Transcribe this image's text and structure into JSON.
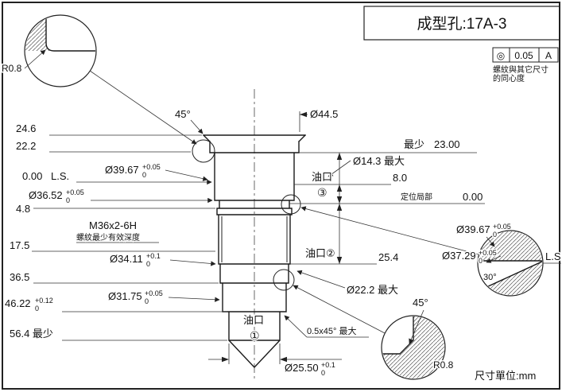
{
  "title": "成型孔:17A-3",
  "unit_note": "尺寸單位:mm",
  "tolerance_frame": {
    "symbol": "◎",
    "value": "0.05",
    "datum": "A",
    "note_line1": "螺紋與其它尺寸",
    "note_line2": "的同心度"
  },
  "colors": {
    "line": "#1a1a1a",
    "dim_line": "#333333",
    "background": "#ffffff"
  },
  "labels": {
    "d24_6": "24.6",
    "d22_2": "22.2",
    "d0_00_left": "0.00",
    "ls_left": "L.S.",
    "dia39_67_left": {
      "base": "Ø39.67",
      "sup": "+0.05",
      "sub": "0"
    },
    "dia36_52": {
      "base": "Ø36.52",
      "sup": "+0.05",
      "sub": "0"
    },
    "d4_8": "4.8",
    "thread_spec": "M36x2-6H",
    "thread_note": "螺紋最少有效深度",
    "d17_5": "17.5",
    "dia34_11": {
      "base": "Ø34.11",
      "sup": "+0.1",
      "sub": "0"
    },
    "d36_5": "36.5",
    "dia31_75": {
      "base": "Ø31.75",
      "sup": "+0.05",
      "sub": "0"
    },
    "d46_22": {
      "base": "46.22",
      "sup": "+0.12",
      "sub": "0"
    },
    "d56_4_min": "56.4 最少",
    "deg45_top": "45°",
    "dia44_5": "Ø44.5",
    "min_label": "最少",
    "d23_00": "23.00",
    "dia14_3_max": "Ø14.3 最大",
    "oil_port": "油口",
    "port1_num": "①",
    "port2_label": "油口②",
    "port3_num": "③",
    "d8_0": "8.0",
    "locating_label": "定位局部",
    "d0_00_right": "0.00",
    "d25_4": "25.4",
    "dia22_2_max": "Ø22.2 最大",
    "deg45_bottom": "45°",
    "chamfer_max": "0.5x45° 最大",
    "dia25_50": {
      "base": "Ø25.50",
      "sup": "+0.1",
      "sub": "0"
    },
    "dia39_67_right": {
      "base": "Ø39.67",
      "sup": "+0.05",
      "sub": "0"
    },
    "dia37_29": {
      "base": "Ø37.29",
      "sup": "+0.05",
      "sub": "0"
    },
    "ls_right": "L.S",
    "deg30": "30°",
    "r0_8_left": "R0.8",
    "r0_8_bottom": "R0.8"
  }
}
